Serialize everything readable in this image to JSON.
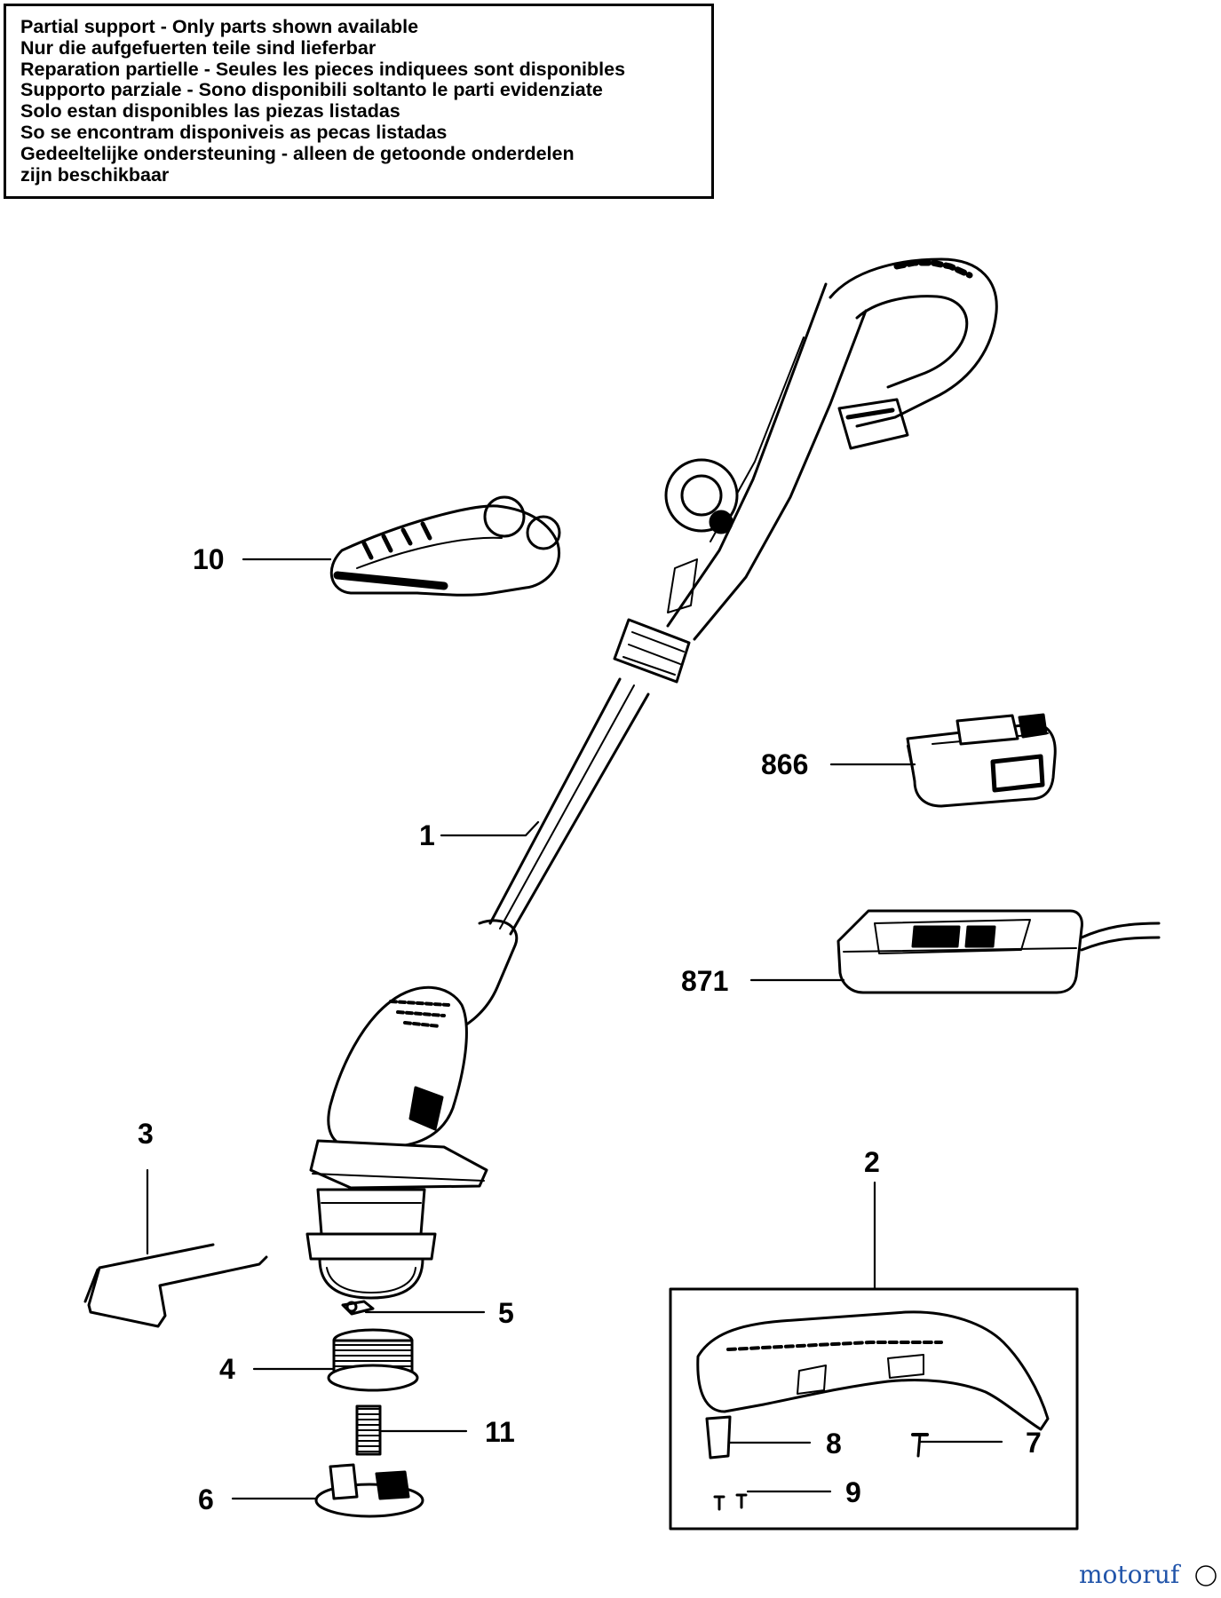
{
  "notice": {
    "lines": [
      "Partial support - Only parts shown available",
      "Nur die aufgefuerten teile sind lieferbar",
      "Reparation partielle - Seules les pieces indiquees sont disponibles",
      "Supporto parziale - Sono disponibili soltanto le parti evidenziate",
      "Solo estan disponibles las piezas listadas",
      "So se encontram disponiveis as pecas listadas",
      "Gedeeltelijke ondersteuning - alleen de getoonde onderdelen",
      "zijn beschikbaar"
    ]
  },
  "callouts": {
    "p1": "1",
    "p2": "2",
    "p3": "3",
    "p4": "4",
    "p5": "5",
    "p6": "6",
    "p7": "7",
    "p8": "8",
    "p9": "9",
    "p10": "10",
    "p11": "11",
    "p866": "866",
    "p871": "871"
  },
  "watermark": {
    "brand": "motoruf"
  }
}
